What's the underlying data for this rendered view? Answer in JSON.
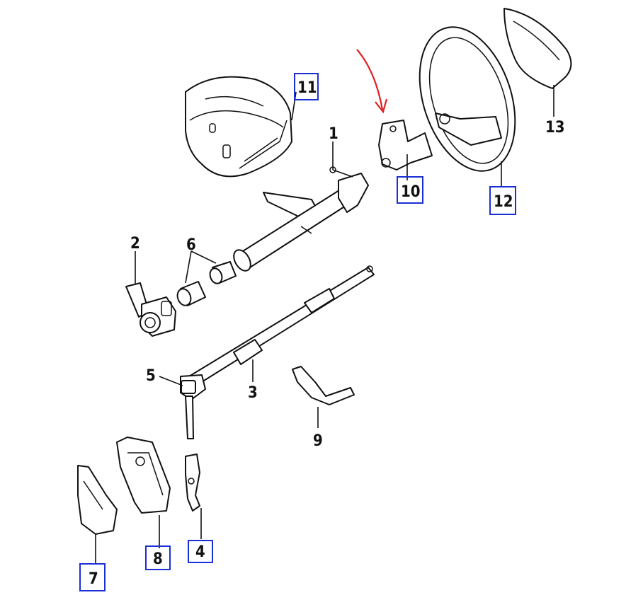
{
  "callouts": {
    "c1": "1",
    "c2": "2",
    "c3": "3",
    "c4": "4",
    "c5": "5",
    "c6": "6",
    "c7": "7",
    "c8": "8",
    "c9": "9",
    "c10": "10",
    "c11": "11",
    "c12": "12",
    "c13": "13"
  },
  "boxed_callouts": [
    "4",
    "7",
    "8",
    "10",
    "11",
    "12"
  ],
  "colors": {
    "box": "#1a2fd6",
    "arrow": "#e02020",
    "ink": "#111111"
  }
}
